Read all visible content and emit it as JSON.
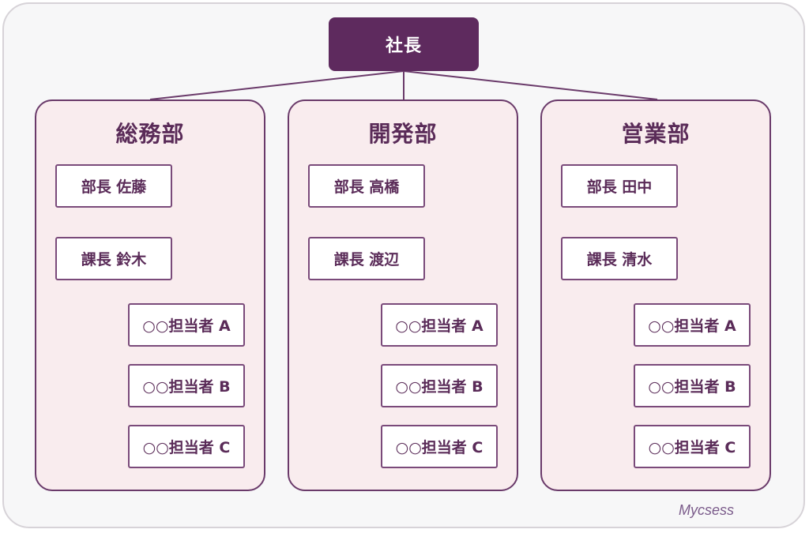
{
  "top": {
    "label": "社長"
  },
  "departments": [
    {
      "name": "総務部",
      "manager": "部長 佐藤",
      "section_chief": "課長 鈴木",
      "staff": [
        "○○担当者 A",
        "○○担当者 B",
        "○○担当者 C"
      ]
    },
    {
      "name": "開発部",
      "manager": "部長 高橋",
      "section_chief": "課長 渡辺",
      "staff": [
        "○○担当者 A",
        "○○担当者 B",
        "○○担当者 C"
      ]
    },
    {
      "name": "営業部",
      "manager": "部長 田中",
      "section_chief": "課長 清水",
      "staff": [
        "○○担当者 A",
        "○○担当者 B",
        "○○担当者 C"
      ]
    }
  ],
  "logo": {
    "text": "Mycsess"
  },
  "colors": {
    "accent": "#5e2a5e",
    "dept_bg": "#f9ecee",
    "line": "#6a3a6a"
  }
}
